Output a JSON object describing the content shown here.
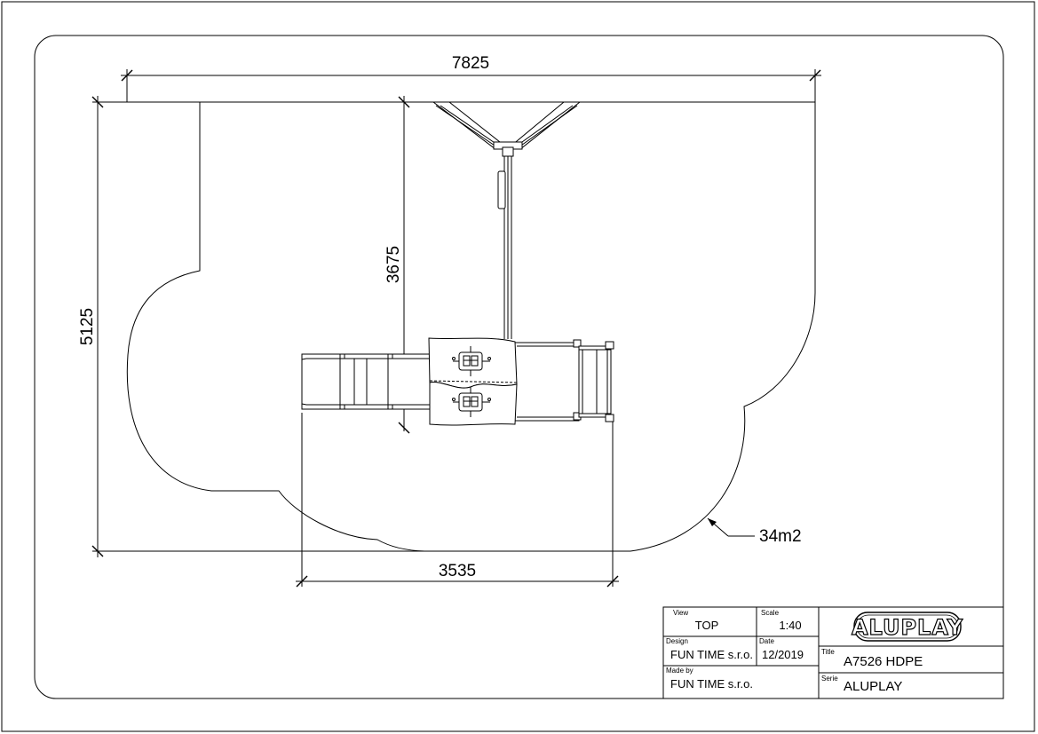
{
  "dimensions": {
    "overall_width": "7825",
    "overall_depth": "5125",
    "tower_to_top": "3675",
    "bottom_width": "3535",
    "area": "34m2"
  },
  "title_block": {
    "view_label": "View",
    "view_value": "TOP",
    "scale_label": "Scale",
    "scale_value": "1:40",
    "design_label": "Design",
    "design_value": "FUN TIME s.r.o.",
    "date_label": "Date",
    "date_value": "12/2019",
    "madeby_label": "Made by",
    "madeby_value": "FUN TIME s.r.o.",
    "title_label": "Title",
    "title_value": "A7526 HDPE",
    "serie_label": "Serie",
    "serie_value": "ALUPLAY",
    "logo_text": "ALUPLAY"
  }
}
